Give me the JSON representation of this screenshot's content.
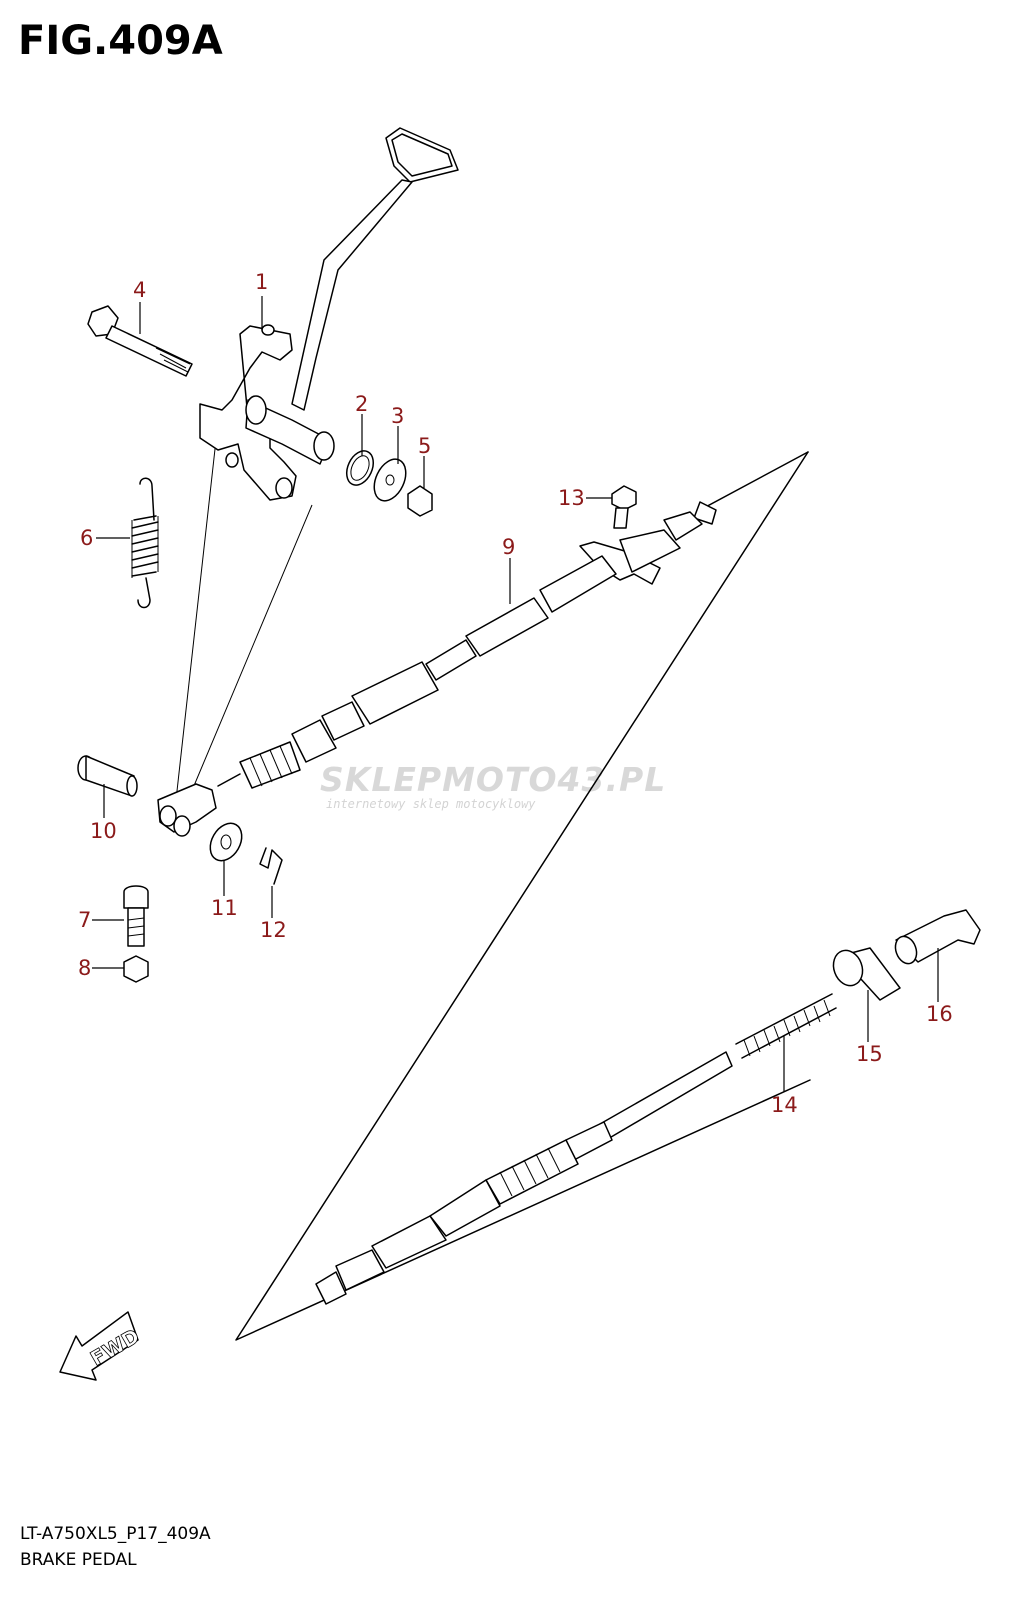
{
  "figure": {
    "title": "FIG.409A",
    "code": "LT-A750XL5_P17_409A",
    "name": "BRAKE PEDAL"
  },
  "watermark": {
    "brand": "SKLEPMOTO43.PL",
    "tagline": "internetowy sklep motocyklowy"
  },
  "direction_arrow": {
    "label": "FWD"
  },
  "callouts": [
    {
      "id": "1",
      "label": "1",
      "part": "brake-pedal"
    },
    {
      "id": "2",
      "label": "2",
      "part": "o-ring"
    },
    {
      "id": "3",
      "label": "3",
      "part": "washer"
    },
    {
      "id": "4",
      "label": "4",
      "part": "bolt"
    },
    {
      "id": "5",
      "label": "5",
      "part": "nut"
    },
    {
      "id": "6",
      "label": "6",
      "part": "return-spring"
    },
    {
      "id": "7",
      "label": "7",
      "part": "bolt"
    },
    {
      "id": "8",
      "label": "8",
      "part": "nut"
    },
    {
      "id": "9",
      "label": "9",
      "part": "brake-cable"
    },
    {
      "id": "10",
      "label": "10",
      "part": "pin"
    },
    {
      "id": "11",
      "label": "11",
      "part": "washer"
    },
    {
      "id": "12",
      "label": "12",
      "part": "cotter-pin"
    },
    {
      "id": "13",
      "label": "13",
      "part": "bolt"
    },
    {
      "id": "14",
      "label": "14",
      "part": "spring"
    },
    {
      "id": "15",
      "label": "15",
      "part": "joint"
    },
    {
      "id": "16",
      "label": "16",
      "part": "joint"
    }
  ],
  "colors": {
    "callout": "#8b1a1a",
    "line": "#000000",
    "watermark": "#b9b9b9"
  }
}
